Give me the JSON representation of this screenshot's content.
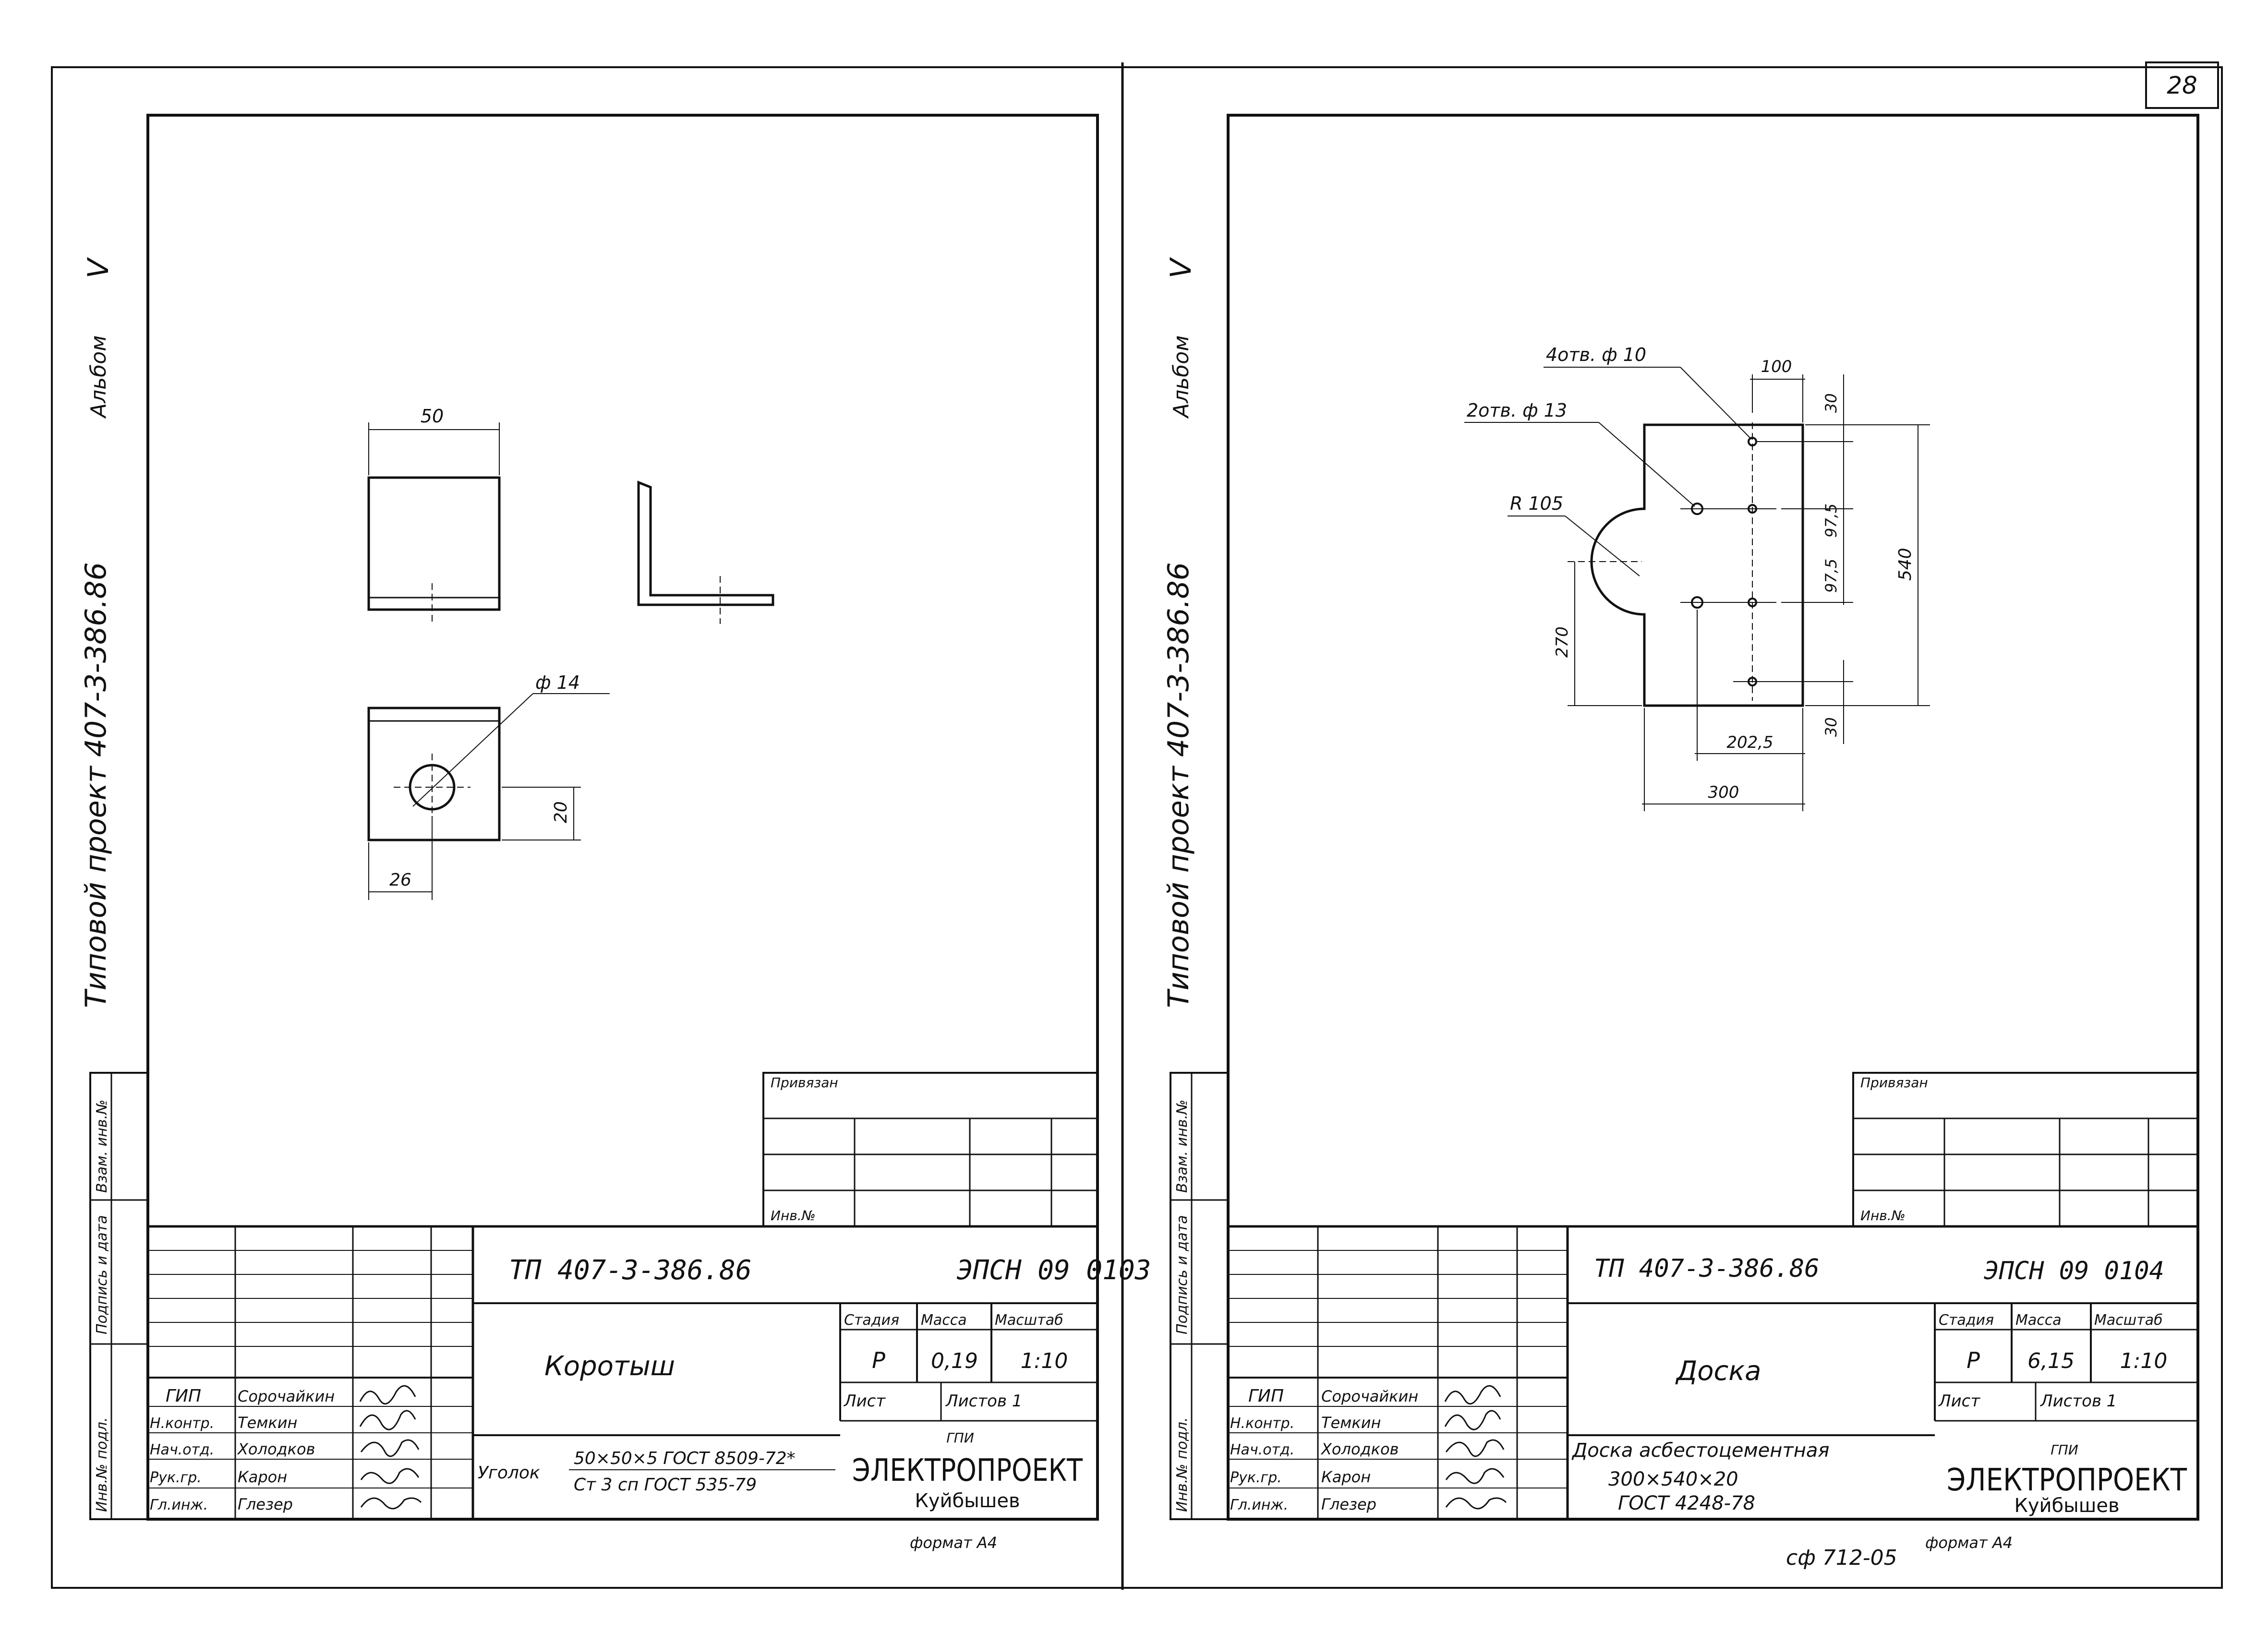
{
  "page_number": "28",
  "left_sheet": {
    "side_title": "Типовой проект 407-3-386.86",
    "side_album_word": "Альбом",
    "side_album_num": "V",
    "side_boxes": [
      "Инв.№ подл.",
      "Подпись и дата",
      "Взам. инв.№"
    ],
    "project_code": "ТП 407-3-386.86",
    "doc_code": "ЭПСН 09 0103",
    "name": "Коротыш",
    "stage_header": "Стадия",
    "mass_header": "Масса",
    "scale_header": "Масштаб",
    "stage": "Р",
    "mass": "0,19",
    "scale": "1:10",
    "sheet_label": "Лист",
    "sheets_label": "Листов 1",
    "org_line1": "ГПИ",
    "org_line2": "ЭЛЕКТРОПРОЕКТ",
    "org_line3": "Куйбышев",
    "material_prefix": "Уголок",
    "material_top": "50×50×5  ГОСТ 8509-72*",
    "material_bottom": "Ст 3 сп  ГОСТ 535-79",
    "privyazan": "Привязан",
    "inv_no": "Инв.№",
    "format": "формат А4",
    "roles": [
      "ГИП",
      "Н.контр.",
      "Нач.отд.",
      "Рук.гр.",
      "Гл.инж."
    ],
    "names": [
      "Сорочайкин",
      "Темкин",
      "Холодков",
      "Карон",
      "Глезер"
    ],
    "dims": {
      "d50": "50",
      "dia14": "ф 14",
      "d20": "20",
      "d26": "26"
    }
  },
  "right_sheet": {
    "side_title": "Типовой проект 407-3-386.86",
    "side_album_word": "Альбом",
    "side_album_num": "V",
    "side_boxes": [
      "Инв.№ подл.",
      "Подпись и дата",
      "Взам. инв.№"
    ],
    "project_code": "ТП 407-3-386.86",
    "doc_code": "ЭПСН 09 0104",
    "name": "Доска",
    "stage_header": "Стадия",
    "mass_header": "Масса",
    "scale_header": "Масштаб",
    "stage": "Р",
    "mass": "6,15",
    "scale": "1:10",
    "sheet_label": "Лист",
    "sheets_label": "Листов 1",
    "org_line1": "ГПИ",
    "org_line2": "ЭЛЕКТРОПРОЕКТ",
    "org_line3": "Куйбышев",
    "material_line1": "Доска асбестоцементная",
    "material_line2": "300×540×20",
    "material_line3": "ГОСТ 4248-78",
    "privyazan": "Привязан",
    "inv_no": "Инв.№",
    "format": "формат А4",
    "footer_code": "сф 712-05",
    "roles": [
      "ГИП",
      "Н.контр.",
      "Нач.отд.",
      "Рук.гр.",
      "Гл.инж."
    ],
    "names": [
      "Сорочайкин",
      "Темкин",
      "Холодков",
      "Карон",
      "Глезер"
    ],
    "dims": {
      "holes4": "4отв. ф 10",
      "holes2": "2отв. ф 13",
      "radius": "R 105",
      "d100": "100",
      "d30a": "30",
      "d975a": "97,5",
      "d975b": "97,5",
      "d540": "540",
      "d270": "270",
      "d30b": "30",
      "d2025": "202,5",
      "d300": "300"
    }
  }
}
